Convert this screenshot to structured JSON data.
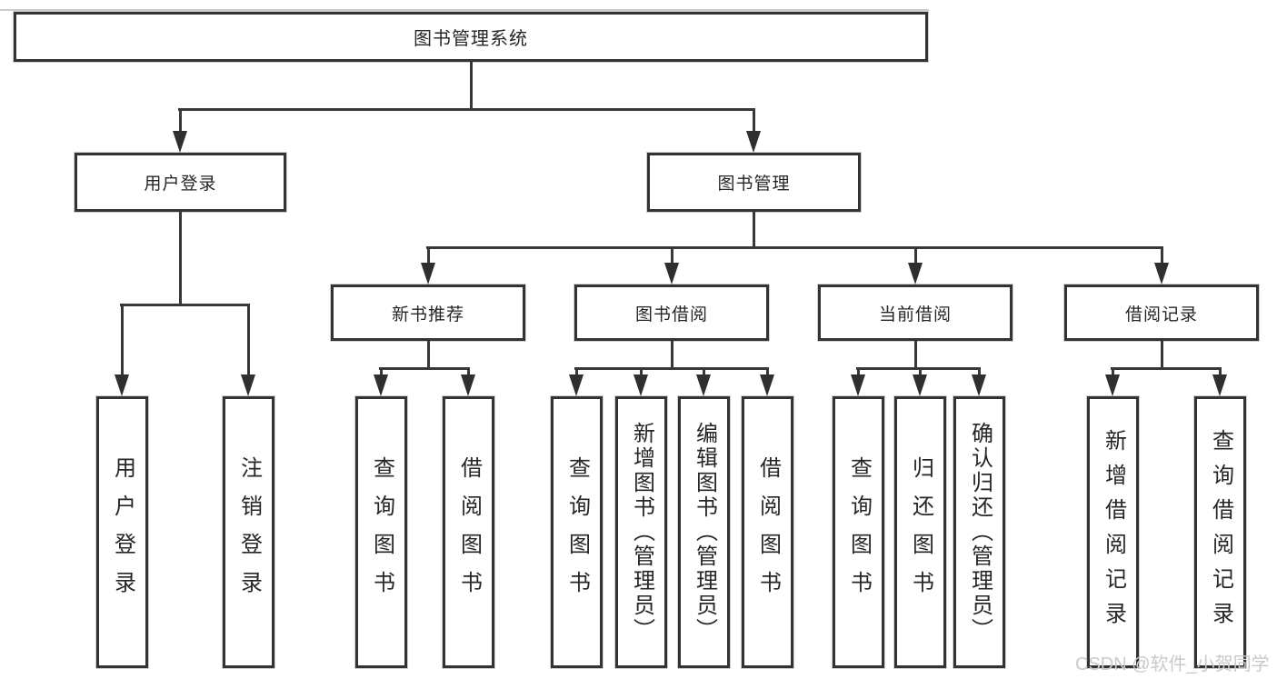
{
  "title_box": "图书管理系统",
  "branches": {
    "user_login": {
      "label": "用户登录",
      "children": [
        "用户登录",
        "注销登录"
      ]
    },
    "book_mgmt": {
      "label": "图书管理"
    }
  },
  "modules": [
    {
      "label": "新书推荐",
      "children": [
        "查询图书",
        "借阅图书"
      ]
    },
    {
      "label": "图书借阅",
      "children": [
        "查询图书",
        "新增图书（管理员）",
        "编辑图书（管理员）",
        "借阅图书"
      ]
    },
    {
      "label": "当前借阅",
      "children": [
        "查询图书",
        "归还图书",
        "确认归还（管理员）"
      ]
    },
    {
      "label": "借阅记录",
      "children": [
        "新增借阅记录",
        "查询借阅记录"
      ]
    }
  ],
  "watermark": "CSDN @软件_小贺同学",
  "colors": {
    "border": "#333333",
    "line": "#383838",
    "text": "#262626",
    "watermark": "#c9c9ce",
    "background": "#ffffff"
  }
}
